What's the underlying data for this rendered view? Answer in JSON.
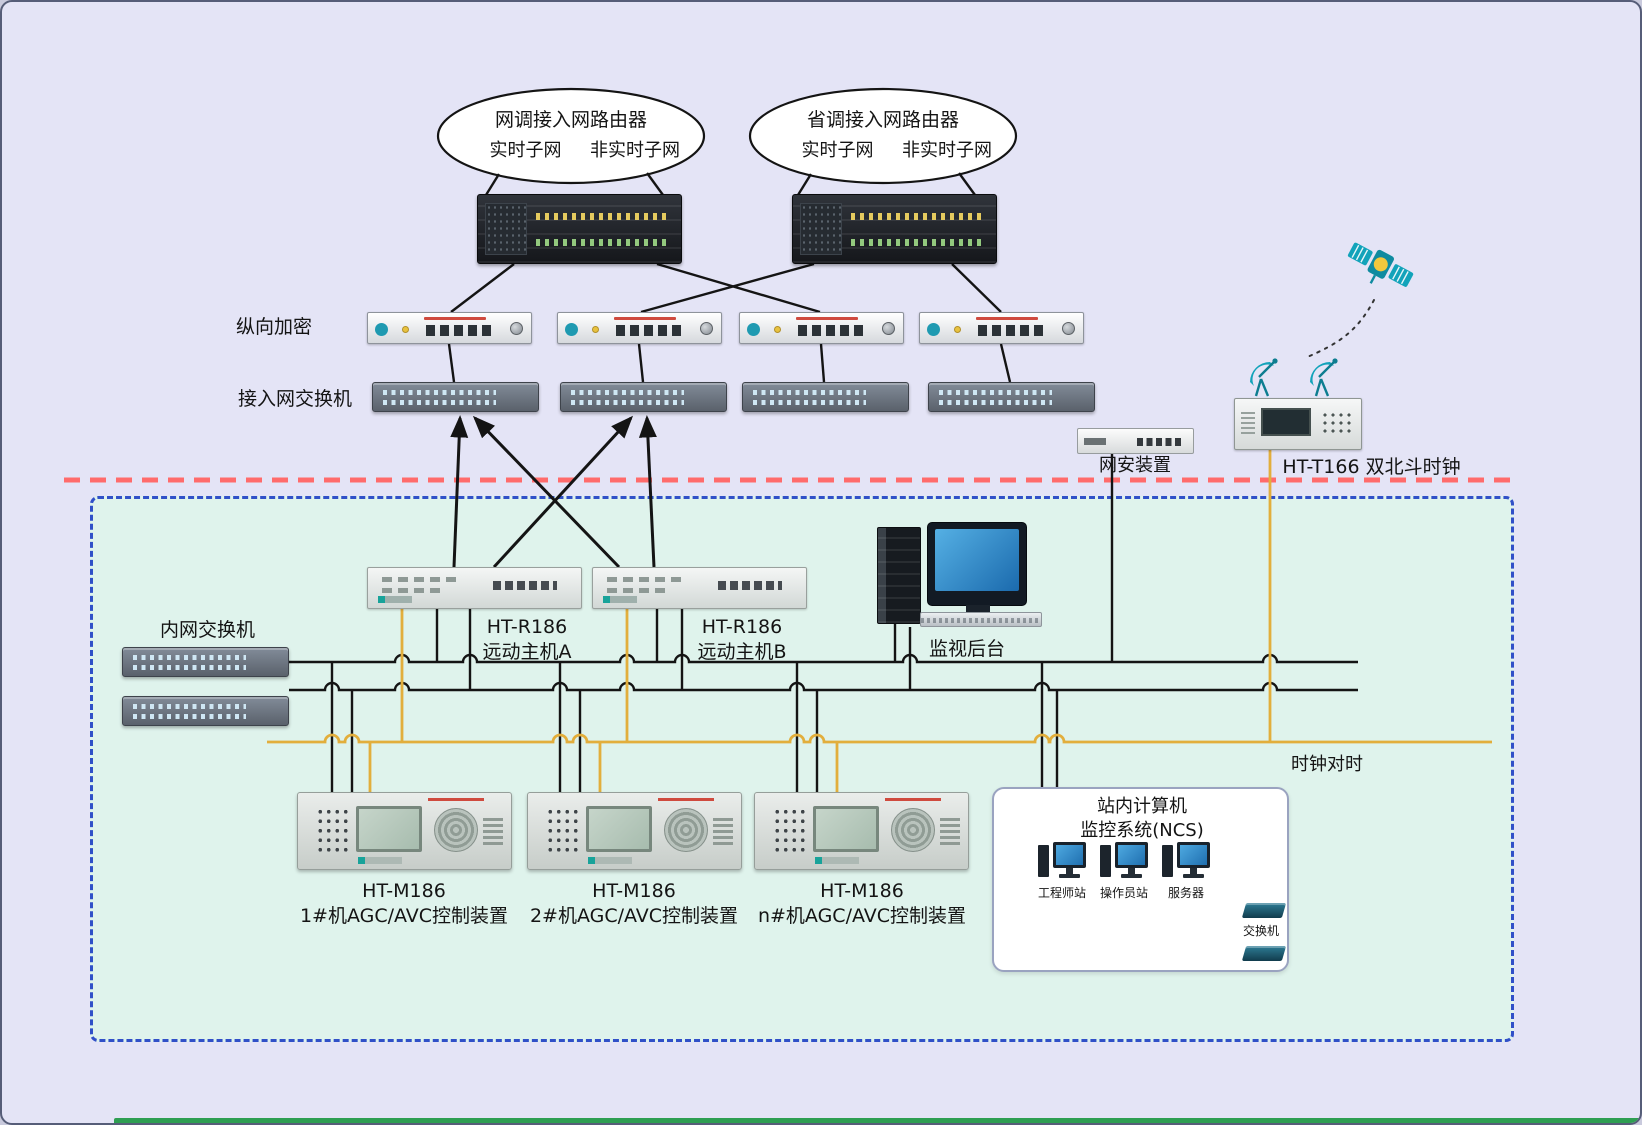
{
  "clouds": [
    {
      "title": "网调接入网路由器",
      "sub_left": "实时子网",
      "sub_right": "非实时子网"
    },
    {
      "title": "省调接入网路由器",
      "sub_left": "实时子网",
      "sub_right": "非实时子网"
    }
  ],
  "labels": {
    "vertical_encryption": "纵向加密",
    "access_switch": "接入网交换机",
    "net_security": "网安装置",
    "beidou_clock": "HT-T166 双北斗时钟",
    "intranet_switch": "内网交换机",
    "monitor_backend": "监视后台",
    "clock_sync": "时钟对时"
  },
  "rtu_hosts": [
    {
      "model": "HT-R186",
      "name": "远动主机A"
    },
    {
      "model": "HT-R186",
      "name": "远动主机B"
    }
  ],
  "agc_devices": [
    {
      "model": "HT-M186",
      "name": "1#机AGC/AVC控制装置"
    },
    {
      "model": "HT-M186",
      "name": "2#机AGC/AVC控制装置"
    },
    {
      "model": "HT-M186",
      "name": "n#机AGC/AVC控制装置"
    }
  ],
  "ncs": {
    "title_line1": "站内计算机",
    "title_line2": "监控系统(NCS)",
    "stations": [
      "工程师站",
      "操作员站",
      "服务器"
    ],
    "switch_label": "交换机"
  },
  "colors": {
    "clock_line": "#e2ae3c",
    "security_boundary": "#ff6b6b",
    "inner_zone_border": "#3050c8",
    "inner_zone_fill": "#dff3ec",
    "page_background": "#e4e4f6"
  }
}
